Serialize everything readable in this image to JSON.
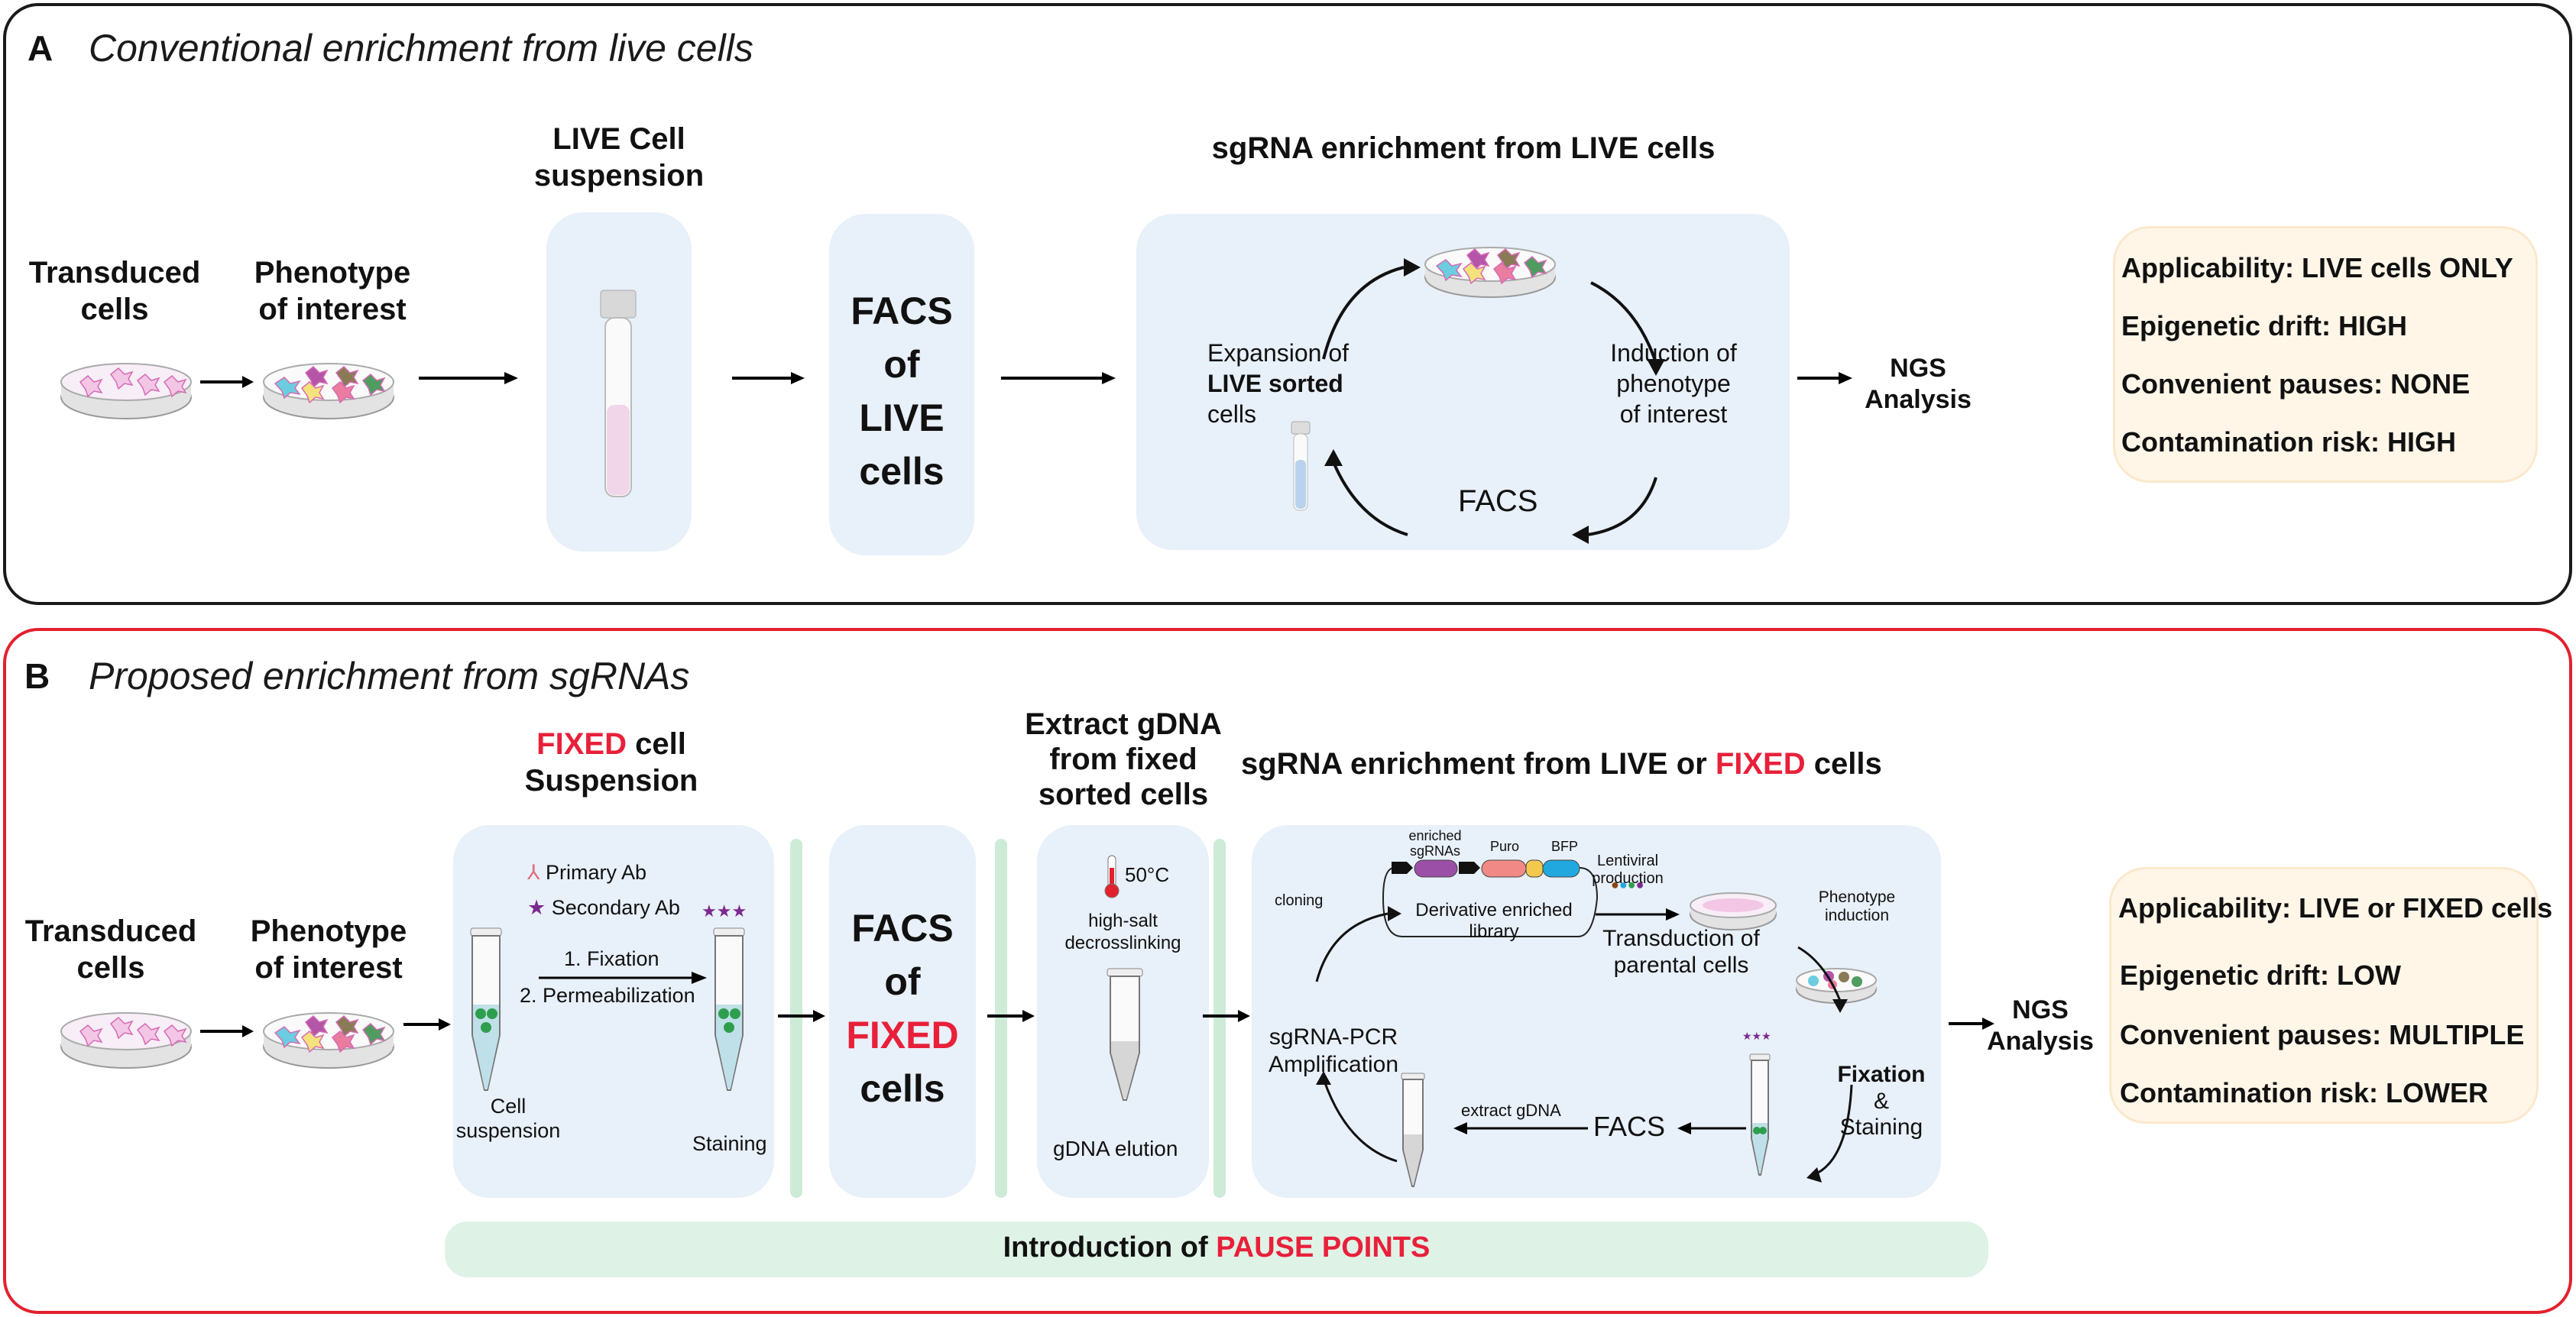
{
  "panel_a": {
    "letter": "A",
    "title": "Conventional enrichment from live cells",
    "transduced": [
      "Transduced",
      "cells"
    ],
    "phenotype": [
      "Phenotype",
      "of interest"
    ],
    "live_suspension": [
      "LIVE Cell",
      "suspension"
    ],
    "facs": [
      "FACS",
      "of",
      "LIVE",
      "cells"
    ],
    "cycle_title": "sgRNA enrichment from LIVE cells",
    "cycle": {
      "expansion_1": "Expansion of",
      "expansion_2": "LIVE sorted",
      "expansion_3": "cells",
      "induction": [
        "Induction of",
        "phenotype",
        "of interest"
      ],
      "facs": "FACS"
    },
    "ngs": [
      "NGS",
      "Analysis"
    ],
    "info": [
      "Applicability: LIVE cells ONLY",
      "Epigenetic drift: HIGH",
      "Convenient pauses: NONE",
      "Contamination risk: HIGH"
    ]
  },
  "panel_b": {
    "letter": "B",
    "title": "Proposed enrichment from sgRNAs",
    "transduced": [
      "Transduced",
      "cells"
    ],
    "phenotype": [
      "Phenotype",
      "of interest"
    ],
    "fixed_suspension": {
      "red": "FIXED",
      "rest": " cell",
      "line2": "Suspension"
    },
    "legend": {
      "primary": "Primary Ab",
      "secondary": "Secondary Ab"
    },
    "steps": {
      "fixation": "1. Fixation",
      "permeabilization": "2. Permeabilization"
    },
    "cell_suspension": [
      "Cell",
      "suspension"
    ],
    "staining": "Staining",
    "facs": {
      "l1": "FACS",
      "l2": "of",
      "l3": "FIXED",
      "l4": "cells"
    },
    "gdna_title": [
      "Extract gDNA",
      "from fixed",
      "sorted cells"
    ],
    "gdna": {
      "temp": "50°C",
      "salt": "high-salt",
      "decross": "decrosslinking",
      "elution": "gDNA elution"
    },
    "cycle_title": {
      "a": "sgRNA enrichment from LIVE or ",
      "red": "FIXED",
      "b": " cells"
    },
    "cycle": {
      "enriched": "enriched",
      "sgrnas": "sgRNAs",
      "puro": "Puro",
      "bfp": "BFP",
      "library": [
        "Derivative enriched",
        "library"
      ],
      "cloning": "cloning",
      "lentiviral": [
        "Lentiviral",
        "production"
      ],
      "transduction": [
        "Transduction of",
        "parental cells"
      ],
      "phenotype_induction": [
        "Phenotype",
        "induction"
      ],
      "pcr": [
        "sgRNA-PCR",
        "Amplification"
      ],
      "fixation_staining": [
        "Fixation",
        "&",
        "Staining"
      ],
      "facs": "FACS",
      "extract": "extract gDNA"
    },
    "ngs": [
      "NGS",
      "Analysis"
    ],
    "info": [
      "Applicability: LIVE or FIXED cells",
      "Epigenetic drift: LOW",
      "Convenient pauses: MULTIPLE",
      "Contamination risk: LOWER"
    ],
    "pause": {
      "a": "Introduction of ",
      "red": "PAUSE POINTS"
    }
  },
  "colors": {
    "accent_red": "#e8203a",
    "panel_box": "#e8f0f9",
    "info_box": "#fff6e8",
    "pause_bar": "#dff2e6",
    "green_bar": "#cdebd6"
  }
}
